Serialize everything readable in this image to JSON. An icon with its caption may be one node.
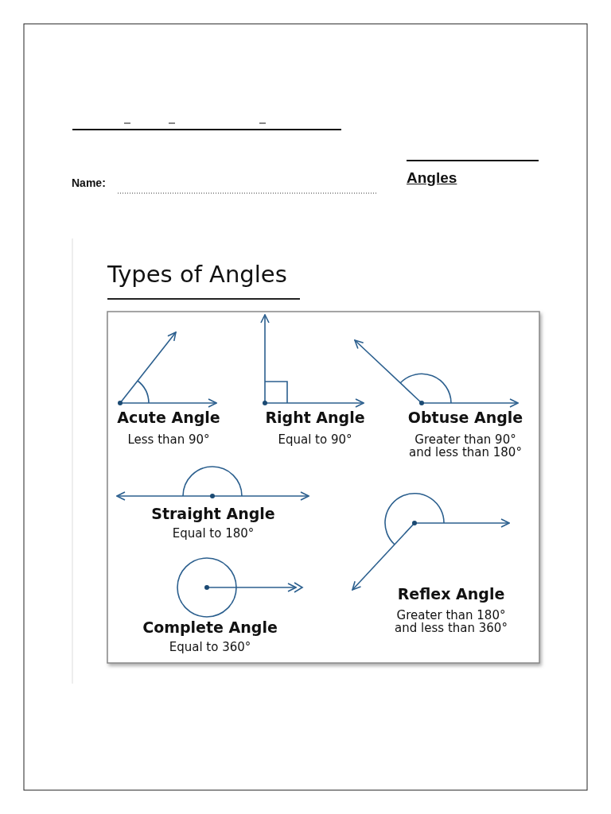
{
  "diagram": {
    "labels": [
      "Name:",
      "Angles",
      "Types of Angles",
      "Acute Angle",
      "Less than 90°",
      "Right Angle",
      "Equal to 90°",
      "Obtuse Angle",
      "Greater than 90° and less than 180°",
      "Straight Angle",
      "Equal to 180°",
      "Reflex Angle",
      "Greater than 180° and less than 360°",
      "Complete Angle",
      "Equal to 360°"
    ]
  }
}
